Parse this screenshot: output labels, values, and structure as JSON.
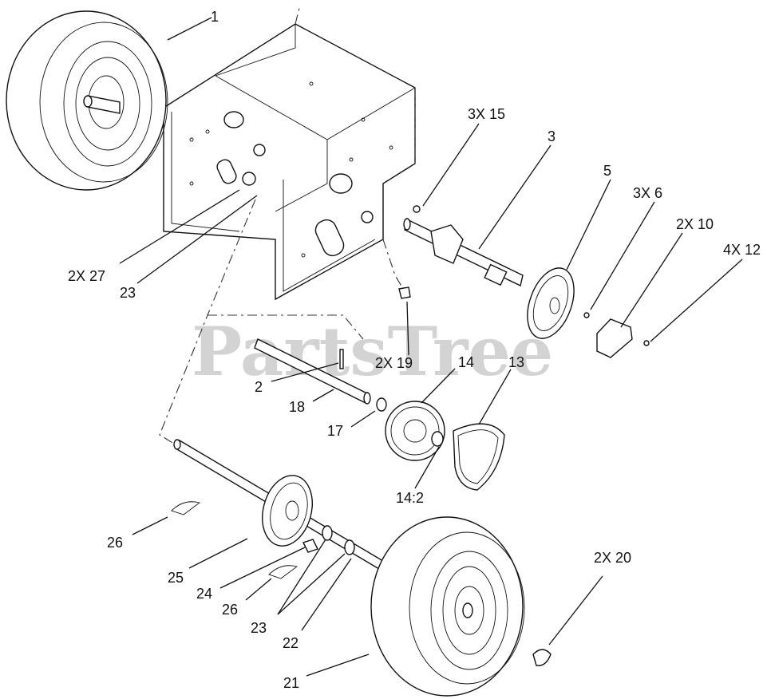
{
  "watermark": "PartsTree",
  "callouts": [
    {
      "id": "c1",
      "text": "1"
    },
    {
      "id": "c2x27",
      "text": "2X 27"
    },
    {
      "id": "c23a",
      "text": "23"
    },
    {
      "id": "c3x15",
      "text": "3X 15"
    },
    {
      "id": "c3",
      "text": "3"
    },
    {
      "id": "c5",
      "text": "5"
    },
    {
      "id": "c3x6",
      "text": "3X 6"
    },
    {
      "id": "c2x10",
      "text": "2X 10"
    },
    {
      "id": "c4x12",
      "text": "4X 12"
    },
    {
      "id": "c2x19",
      "text": "2X 19"
    },
    {
      "id": "c2",
      "text": "2"
    },
    {
      "id": "c14",
      "text": "14"
    },
    {
      "id": "c13",
      "text": "13"
    },
    {
      "id": "c18",
      "text": "18"
    },
    {
      "id": "c17",
      "text": "17"
    },
    {
      "id": "c14_2",
      "text": "14:2"
    },
    {
      "id": "c26a",
      "text": "26"
    },
    {
      "id": "c25",
      "text": "25"
    },
    {
      "id": "c24",
      "text": "24"
    },
    {
      "id": "c26b",
      "text": "26"
    },
    {
      "id": "c23b",
      "text": "23"
    },
    {
      "id": "c22",
      "text": "22"
    },
    {
      "id": "c21",
      "text": "21"
    },
    {
      "id": "c2x20",
      "text": "2X 20"
    }
  ]
}
